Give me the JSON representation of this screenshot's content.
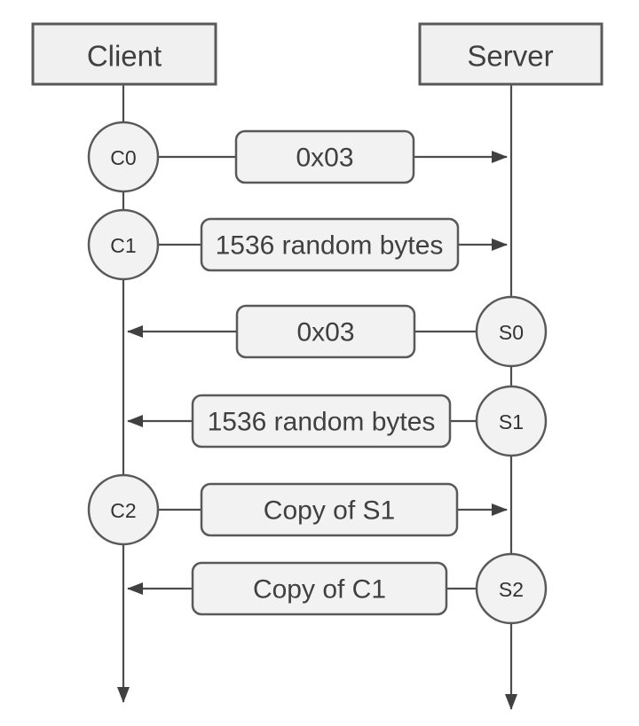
{
  "diagram": {
    "type": "sequence-handshake",
    "actors": [
      {
        "id": "client",
        "label": "Client"
      },
      {
        "id": "server",
        "label": "Server"
      }
    ],
    "messages": [
      {
        "state": "C0",
        "label": "0x03",
        "from": "client",
        "to": "server"
      },
      {
        "state": "C1",
        "label": "1536 random bytes",
        "from": "client",
        "to": "server"
      },
      {
        "state": "S0",
        "label": "0x03",
        "from": "server",
        "to": "client"
      },
      {
        "state": "S1",
        "label": "1536 random bytes",
        "from": "server",
        "to": "client"
      },
      {
        "state": "C2",
        "label": "Copy of S1",
        "from": "client",
        "to": "server"
      },
      {
        "state": "S2",
        "label": "Copy of C1",
        "from": "server",
        "to": "client"
      }
    ],
    "colors": {
      "background": "#ffffff",
      "shape_fill": "#f2f2f2",
      "actor_fill": "#f0f0f0",
      "shape_stroke": "#595959",
      "line": "#4d4d4d",
      "arrowhead": "#404040",
      "text": "#404040"
    }
  }
}
